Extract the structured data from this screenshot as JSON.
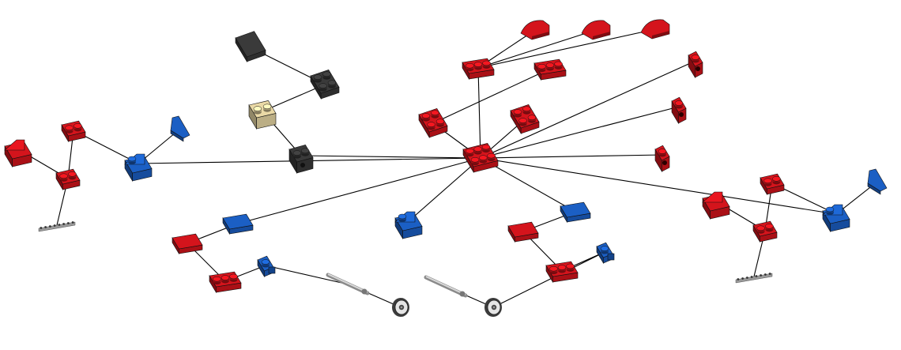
{
  "diagram": {
    "background": "#ffffff",
    "line_color": "#000000",
    "palette": {
      "red": "#d4141c",
      "blue": "#1b5fc4",
      "dark": "#3a3a3a",
      "tan": "#ead9a6",
      "grey": "#bfbfbf"
    },
    "parts": [
      {
        "id": "hub",
        "kind": "plate-2x3",
        "color": "red"
      },
      {
        "id": "r1",
        "kind": "curved-slope",
        "color": "red"
      },
      {
        "id": "r2",
        "kind": "curved-slope",
        "color": "red"
      },
      {
        "id": "r3",
        "kind": "curved-slope",
        "color": "red"
      },
      {
        "id": "r4",
        "kind": "plate-1x3",
        "color": "red"
      },
      {
        "id": "r5",
        "kind": "plate-1x3",
        "color": "red"
      },
      {
        "id": "r6",
        "kind": "plate-2x2",
        "color": "red"
      },
      {
        "id": "r7",
        "kind": "plate-2x2",
        "color": "red"
      },
      {
        "id": "r8",
        "kind": "brick-1x1-technic",
        "color": "red"
      },
      {
        "id": "r9",
        "kind": "brick-1x1-technic",
        "color": "red"
      },
      {
        "id": "r10",
        "kind": "brick-1x1-technic",
        "color": "red"
      },
      {
        "id": "k1",
        "kind": "tile-2x2",
        "color": "dark"
      },
      {
        "id": "k2",
        "kind": "plate-2x2",
        "color": "dark"
      },
      {
        "id": "k3",
        "kind": "brick-1x2-technic",
        "color": "dark"
      },
      {
        "id": "t1",
        "kind": "brick-1x2",
        "color": "tan"
      },
      {
        "id": "lw1",
        "kind": "slope-1x2",
        "color": "red"
      },
      {
        "id": "lw2",
        "kind": "plate-1x2",
        "color": "red"
      },
      {
        "id": "lw3",
        "kind": "plate-1x2",
        "color": "red"
      },
      {
        "id": "lw4",
        "kind": "slope-1x2-blue",
        "color": "blue"
      },
      {
        "id": "lw5",
        "kind": "slope-cheese",
        "color": "blue"
      },
      {
        "id": "lw6",
        "kind": "technic-beam-thin",
        "color": "grey"
      },
      {
        "id": "rw1",
        "kind": "slope-1x2",
        "color": "red"
      },
      {
        "id": "rw2",
        "kind": "plate-1x2",
        "color": "red"
      },
      {
        "id": "rw3",
        "kind": "plate-1x2",
        "color": "red"
      },
      {
        "id": "rw4",
        "kind": "slope-1x2-blue",
        "color": "blue"
      },
      {
        "id": "rw5",
        "kind": "slope-cheese",
        "color": "blue"
      },
      {
        "id": "rw6",
        "kind": "technic-beam-thin",
        "color": "grey"
      },
      {
        "id": "b1",
        "kind": "slope-1x2-blue",
        "color": "blue"
      },
      {
        "id": "lg1",
        "kind": "tile-1x2",
        "color": "blue"
      },
      {
        "id": "lg2",
        "kind": "tile-1x2",
        "color": "red"
      },
      {
        "id": "lg3",
        "kind": "plate-1x3",
        "color": "red"
      },
      {
        "id": "lg4",
        "kind": "plate-clip",
        "color": "blue"
      },
      {
        "id": "lg5",
        "kind": "axle",
        "color": "grey"
      },
      {
        "id": "lg6",
        "kind": "wheel",
        "color": "grey"
      },
      {
        "id": "rg1",
        "kind": "tile-1x2",
        "color": "blue"
      },
      {
        "id": "rg2",
        "kind": "tile-1x2",
        "color": "red"
      },
      {
        "id": "rg3",
        "kind": "plate-1x3",
        "color": "red"
      },
      {
        "id": "rg4",
        "kind": "plate-clip",
        "color": "blue"
      },
      {
        "id": "rg5",
        "kind": "axle",
        "color": "grey"
      },
      {
        "id": "rg6",
        "kind": "wheel",
        "color": "grey"
      }
    ],
    "connections": [
      [
        "hub",
        "r4"
      ],
      [
        "hub",
        "r6"
      ],
      [
        "hub",
        "r7"
      ],
      [
        "hub",
        "r8"
      ],
      [
        "hub",
        "r9"
      ],
      [
        "hub",
        "r10"
      ],
      [
        "hub",
        "k3"
      ],
      [
        "hub",
        "lw4"
      ],
      [
        "hub",
        "rw4"
      ],
      [
        "hub",
        "b1"
      ],
      [
        "hub",
        "lg1"
      ],
      [
        "hub",
        "rg1"
      ],
      [
        "r4",
        "r1"
      ],
      [
        "r4",
        "r2"
      ],
      [
        "r4",
        "r3"
      ],
      [
        "r6",
        "r5"
      ],
      [
        "k1",
        "k2"
      ],
      [
        "k2",
        "t1"
      ],
      [
        "t1",
        "k3"
      ],
      [
        "lw1",
        "lw3"
      ],
      [
        "lw2",
        "lw3"
      ],
      [
        "lw2",
        "lw4"
      ],
      [
        "lw4",
        "lw5"
      ],
      [
        "lw3",
        "lw6"
      ],
      [
        "rw1",
        "rw3"
      ],
      [
        "rw2",
        "rw3"
      ],
      [
        "rw2",
        "rw4"
      ],
      [
        "rw4",
        "rw5"
      ],
      [
        "rw3",
        "rw6"
      ],
      [
        "lg1",
        "lg2"
      ],
      [
        "lg2",
        "lg3"
      ],
      [
        "lg3",
        "lg4"
      ],
      [
        "lg4",
        "lg5"
      ],
      [
        "lg5",
        "lg6"
      ],
      [
        "rg1",
        "rg2"
      ],
      [
        "rg2",
        "rg3"
      ],
      [
        "rg3",
        "rg4"
      ],
      [
        "rg4",
        "rg6"
      ],
      [
        "rg5",
        "rg6"
      ]
    ]
  }
}
